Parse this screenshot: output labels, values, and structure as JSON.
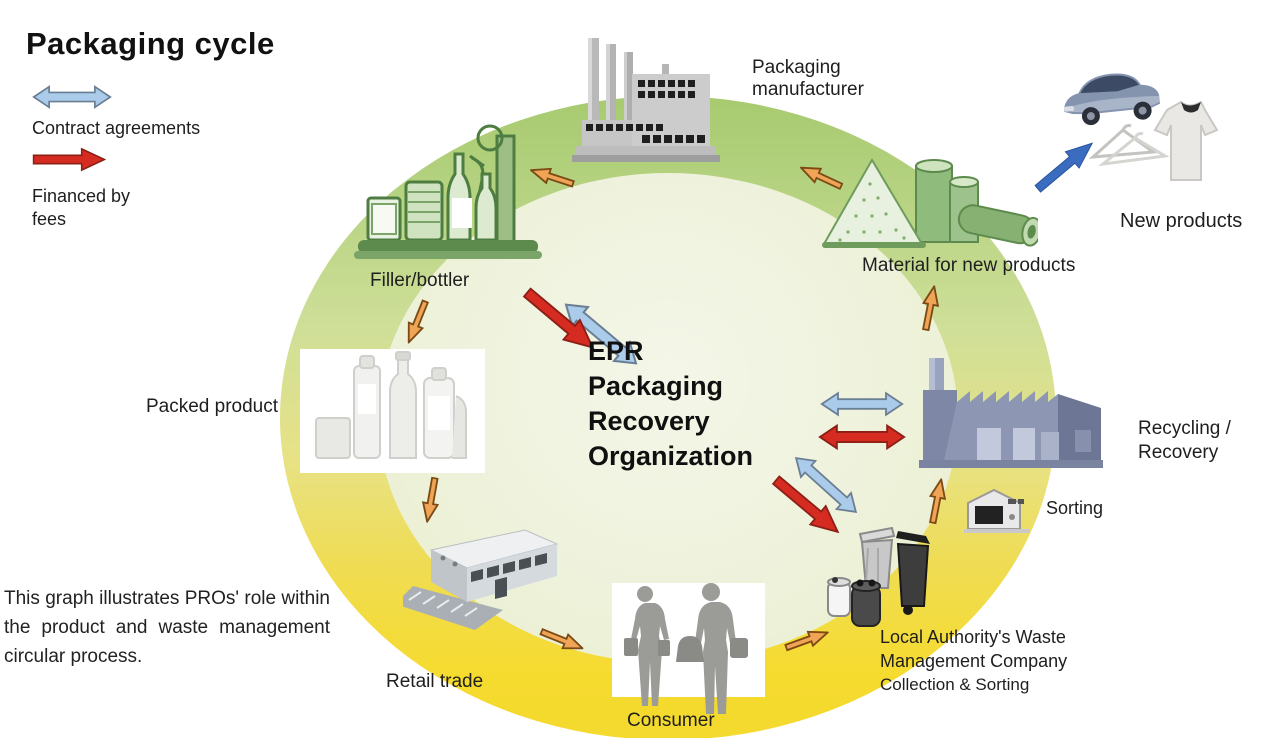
{
  "title": "Packaging cycle",
  "legend": {
    "contract_label": "Contract agreements",
    "financed_line1": "Financed by",
    "financed_line2": "fees"
  },
  "center": {
    "line1": "EPR",
    "line2": "Packaging",
    "line3": "Recovery",
    "line4": "Organization"
  },
  "nodes": {
    "packaging_manufacturer": {
      "line1": "Packaging",
      "line2": "manufacturer"
    },
    "new_products": {
      "label": "New products"
    },
    "material": {
      "label": "Material for new products"
    },
    "filler": {
      "label": "Filler/bottler"
    },
    "packed": {
      "label": "Packed product"
    },
    "retail": {
      "label": "Retail trade"
    },
    "consumer": {
      "label": "Consumer"
    },
    "local_authority": {
      "line1": "Local Authority's Waste",
      "line2": "Management Company",
      "line3": "Collection & Sorting"
    },
    "sorting": {
      "label": "Sorting"
    },
    "recycling": {
      "line1": "Recycling /",
      "line2": "Recovery"
    }
  },
  "caption": "This graph illustrates PROs' role within the product and waste management circular process.",
  "cycle_order": [
    "Packaging manufacturer",
    "Filler/bottler",
    "Packed product",
    "Retail trade",
    "Consumer",
    "Local Authority's Waste Management Company Collection & Sorting",
    "Sorting",
    "Recycling / Recovery",
    "Material for new products",
    "New products"
  ],
  "icons": {
    "factory": "factory-icon",
    "filler_bottler": "bottling-machine-icon",
    "material": "recycled-material-icon",
    "new_products": "car-shirt-hangers-icon",
    "recycling_plant": "recycling-plant-icon",
    "sorting_shed": "sorting-facility-icon",
    "waste_bins": "waste-bins-icon",
    "consumers": "shoppers-icon",
    "retail_store": "supermarket-icon",
    "packed_goods": "packed-bottles-icon"
  },
  "colors": {
    "ring_green": "#a7ca6f",
    "ring_yellow": "#f6db2f",
    "ring_center": "#eef2db",
    "contract_arrow_blue": "#abcbea",
    "fee_arrow_red": "#d62b20",
    "flow_arrow_orange": "#f0a455",
    "new_products_arrow_blue": "#3a6cc0",
    "icon_green": "#7fae6a",
    "factory_gray": "#c2c2c2",
    "recycling_blue": "#8d97b4",
    "text": "#1e1e1e"
  }
}
